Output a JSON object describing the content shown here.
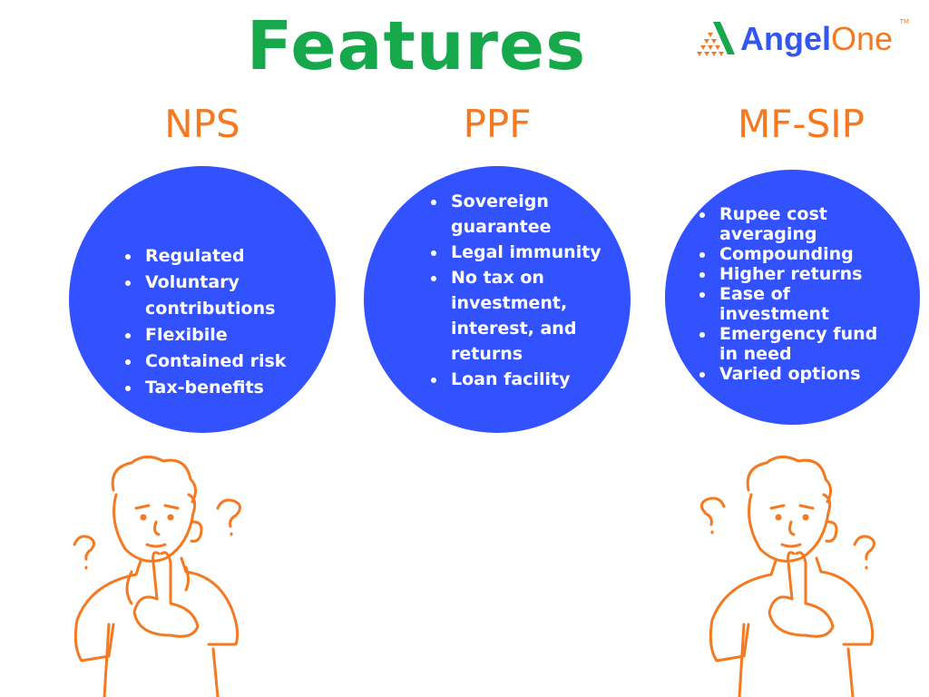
{
  "title": "Features",
  "logo": {
    "name_part1": "Angel",
    "name_part2": "One",
    "trademark": "TM"
  },
  "colors": {
    "title": "#17a84b",
    "accent": "#f47920",
    "circle": "#3352ff"
  },
  "columns": [
    {
      "title": "NPS",
      "items": [
        "Regulated",
        "Voluntary contributions",
        "Flexibile",
        "Contained risk",
        "Tax-benefits"
      ]
    },
    {
      "title": "PPF",
      "items": [
        "Sovereign guarantee",
        "Legal immunity",
        "No tax on investment, interest, and returns",
        "Loan facility"
      ]
    },
    {
      "title": "MF-SIP",
      "items": [
        "Rupee cost averaging",
        "Compounding",
        "Higher returns",
        "Ease of investment",
        "Emergency fund in need",
        "Varied options"
      ]
    }
  ]
}
